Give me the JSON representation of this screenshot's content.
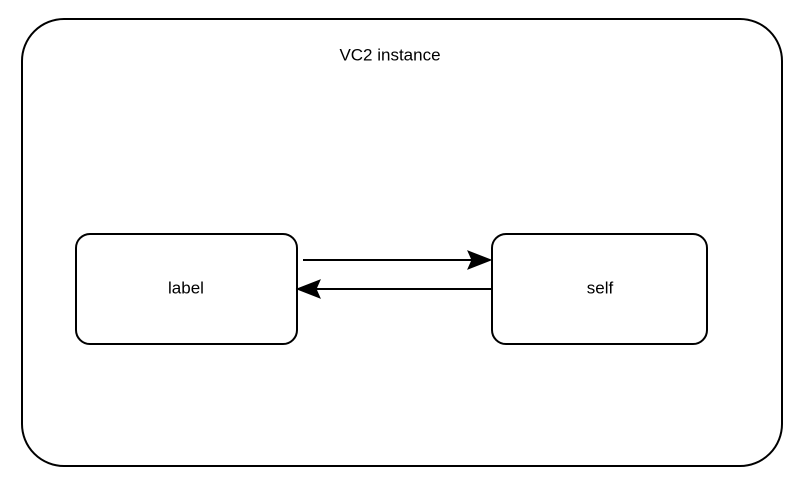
{
  "diagram": {
    "type": "block-diagram",
    "background_color": "#ffffff",
    "stroke_color": "#000000",
    "text_color": "#000000",
    "container": {
      "title": "VC2 instance",
      "shape": "rounded-rectangle"
    },
    "nodes": [
      {
        "id": "label",
        "label": "label",
        "shape": "rounded-rectangle"
      },
      {
        "id": "self",
        "label": "self",
        "shape": "rounded-rectangle"
      }
    ],
    "edges": [
      {
        "id": "label-to-self",
        "from": "label",
        "to": "self",
        "direction": "right",
        "label": "",
        "arrowhead": "filled-triangle"
      },
      {
        "id": "self-to-label",
        "from": "self",
        "to": "label",
        "direction": "left",
        "label": "",
        "arrowhead": "filled-triangle"
      }
    ]
  }
}
